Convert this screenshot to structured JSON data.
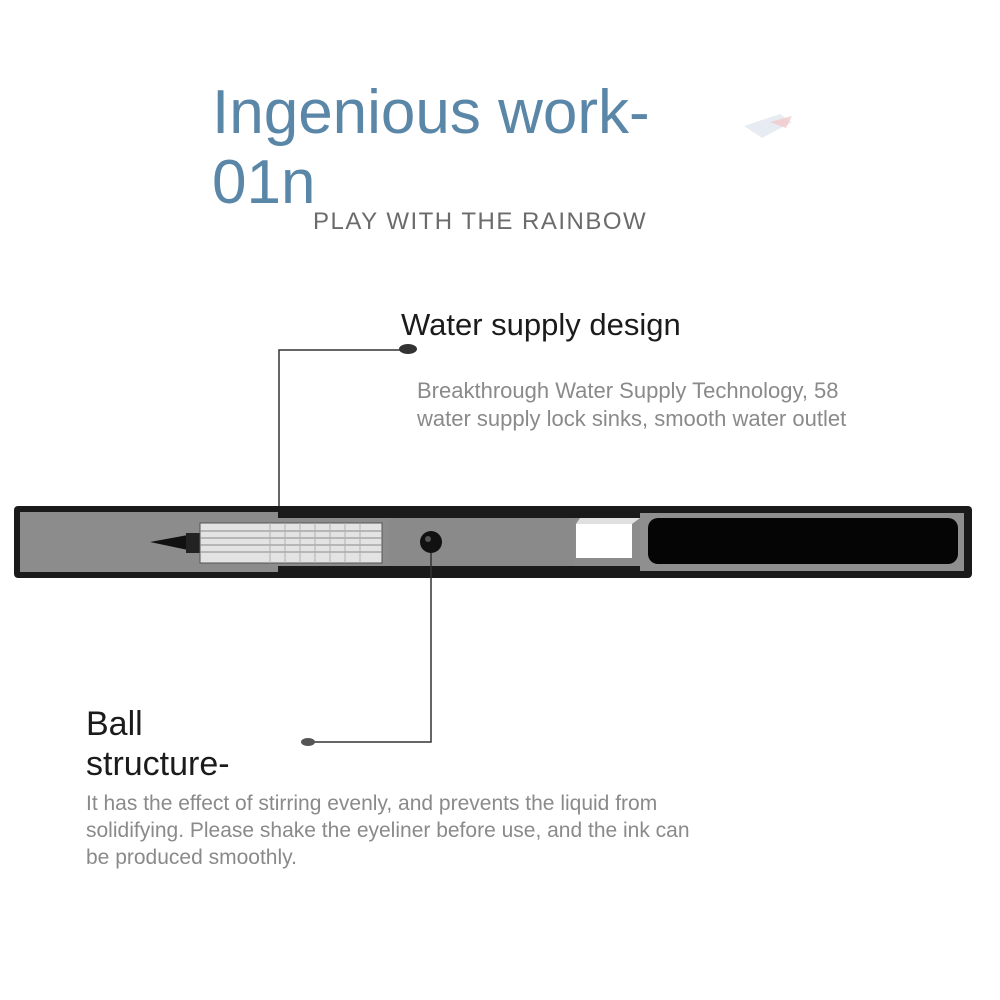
{
  "header": {
    "title_line1": "Ingenious work-",
    "title_line2": "01n",
    "subtitle": "PLAY WITH THE RAINBOW"
  },
  "callouts": {
    "water_supply": {
      "title": "Water supply design",
      "description_line1": "Breakthrough Water Supply Technology, 58",
      "description_line2": "water supply lock sinks, smooth water outlet"
    },
    "ball_structure": {
      "title_line1": "Ball",
      "title_line2": "structure-",
      "description_line1": "It has the effect of stirring evenly, and prevents the liquid from",
      "description_line2": "solidifying. Please shake the eyeliner before use, and the ink can",
      "description_line3": "be produced smoothly."
    }
  },
  "colors": {
    "title": "#5a86a8",
    "subtitle": "#6b6b6b",
    "body_text": "#8a8a8a",
    "heading_text": "#1b1b1b",
    "pen_body": "#1a1a1a",
    "pen_window": "#8c8c8c"
  },
  "icons": {
    "pen_illustration": "eyeliner-pen-cross-section",
    "mixing_ball": "mixing-ball-icon",
    "brush_tip": "brush-tip-icon"
  }
}
